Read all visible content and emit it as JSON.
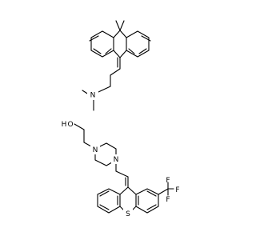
{
  "molecules": [
    {
      "atoms": {
        "n": "N"
      }
    },
    {
      "atoms": {
        "o": "O",
        "h": "H",
        "n1": "N",
        "n2": "N",
        "s": "S",
        "f1": "F",
        "f2": "F",
        "f3": "F"
      }
    }
  ]
}
